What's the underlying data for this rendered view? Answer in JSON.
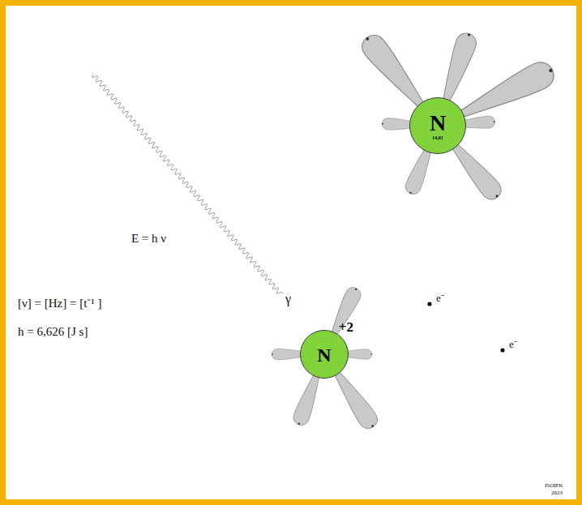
{
  "diagram": {
    "nodes": [
      {
        "text": [
          "N",
          "14,01"
        ]
      },
      {
        "text": [
          "N",
          "+2"
        ]
      }
    ],
    "labels": [
      "E = h ν",
      "[ν] = [Hz] = [t⁻¹ ]",
      "h = 6,626 [J s]",
      "γ",
      "e⁻",
      "e⁻",
      "ISOIFK",
      "2023"
    ]
  }
}
